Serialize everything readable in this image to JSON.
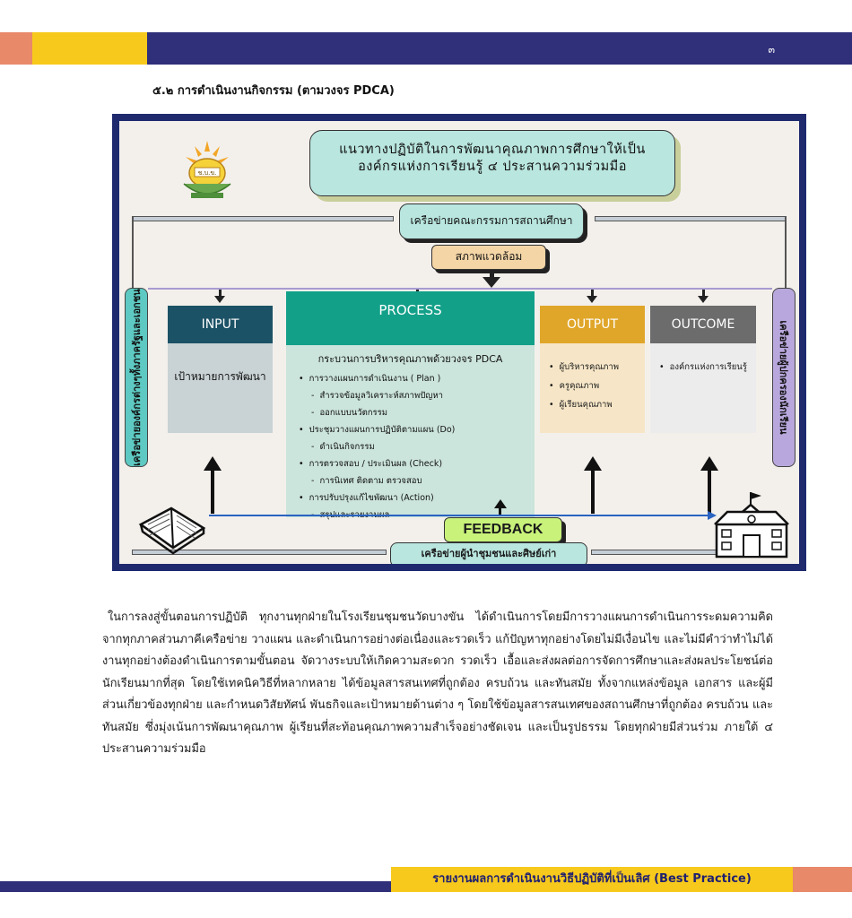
{
  "header": {
    "page_number": "๓"
  },
  "section": {
    "heading": "๕.๒ การดำเนินงานกิจกรรม (ตามวงจร PDCA)"
  },
  "diagram": {
    "title_line1": "แนวทางปฏิบัติในการพัฒนาคุณภาพการศึกษาให้เป็น",
    "title_line2": "องค์กรแห่งการเรียนรู้ ๔ ประสานความร่วมมือ",
    "network_top": "เครือข่ายคณะกรรมการสถานศึกษา",
    "environment": "สภาพแวดล้อม",
    "left_tab": "เครือข่ายองค์กรต่างๆทั้งภาครัฐและเอกชน",
    "right_tab": "เครือข่ายผู้ปกครองนักเรียน",
    "input": {
      "title": "INPUT",
      "body": "เป้าหมายการพัฒนา"
    },
    "process": {
      "title": "PROCESS",
      "subtitle": "กระบวนการบริหารคุณภาพด้วยวงจร PDCA",
      "lines": [
        {
          "type": "b",
          "text": "การวางแผนการดำเนินงาน ( Plan )"
        },
        {
          "type": "s",
          "text": "สำรวจข้อมูลวิเคราะห์สภาพปัญหา"
        },
        {
          "type": "s",
          "text": "ออกแบบนวัตกรรม"
        },
        {
          "type": "b",
          "text": "ประชุมวางแผนการปฏิบัติตามแผน (Do)"
        },
        {
          "type": "s",
          "text": "ดำเนินกิจกรรม"
        },
        {
          "type": "b",
          "text": "การตรวจสอบ / ประเมินผล (Check)"
        },
        {
          "type": "s",
          "text": "การนิเทศ ติดตาม ตรวจสอบ"
        },
        {
          "type": "b",
          "text": "การปรับปรุงแก้ไขพัฒนา (Action)"
        },
        {
          "type": "s",
          "text": "สรุปและรายงานผล"
        }
      ]
    },
    "output": {
      "title": "OUTPUT",
      "items": [
        "ผู้บริหารคุณภาพ",
        "ครูคุณภาพ",
        "ผู้เรียนคุณภาพ"
      ]
    },
    "outcome": {
      "title": "OUTCOME",
      "items": [
        "องค์กรแห่งการเรียนรู้"
      ]
    },
    "feedback": "FEEDBACK",
    "network_bottom": "เครือข่ายผู้นำชุมชนและศิษย์เก่า",
    "colors": {
      "frame": "#1f2a6e",
      "process": "#13a089",
      "input": "#1c5266",
      "output": "#e0a62a",
      "outcome": "#6c6c6c",
      "feedback": "#c8f27a"
    }
  },
  "body": {
    "paragraph": "ในการลงสู่ขั้นตอนการปฏิบัติ ทุกงานทุกฝ่ายในโรงเรียนชุมชนวัดบางขัน ได้ดำเนินการโดยมีการวางแผนการดำเนินการระดมความคิดจากทุกภาคส่วนภาคีเครือข่าย วางแผน และดำเนินการอย่างต่อเนื่องและรวดเร็ว แก้ปัญหาทุกอย่างโดยไม่มีเงื่อนไข และไม่มีคำว่าทำไม่ได้ งานทุกอย่างต้องดำเนินการตามขั้นตอน จัดวางระบบให้เกิดความสะดวก รวดเร็ว เอื้อและส่งผลต่อการจัดการศึกษาและส่งผลประโยชน์ต่อนักเรียนมากที่สุด โดยใช้เทคนิควิธีที่หลากหลาย ได้ข้อมูลสารสนเทศที่ถูกต้อง ครบถ้วน และทันสมัย ทั้งจากแหล่งข้อมูล เอกสาร และผู้มีส่วนเกี่ยวข้องทุกฝ่าย และกำหนดวิสัยทัศน์ พันธกิจและเป้าหมายด้านต่าง ๆ โดยใช้ข้อมูลสารสนเทศของสถานศึกษาที่ถูกต้อง ครบถ้วน และทันสมัย ซึ่งมุ่งเน้นการพัฒนาคุณภาพ ผู้เรียนที่สะท้อนคุณภาพความสำเร็จอย่างชัดเจน และเป็นรูปธรรม โดยทุกฝ่ายมีส่วนร่วม ภายใต้ ๔ ประสานความร่วมมือ"
  },
  "footer": {
    "title": "รายงานผลการดำเนินงานวิธีปฏิบัติที่เป็นเลิศ (Best Practice)"
  }
}
